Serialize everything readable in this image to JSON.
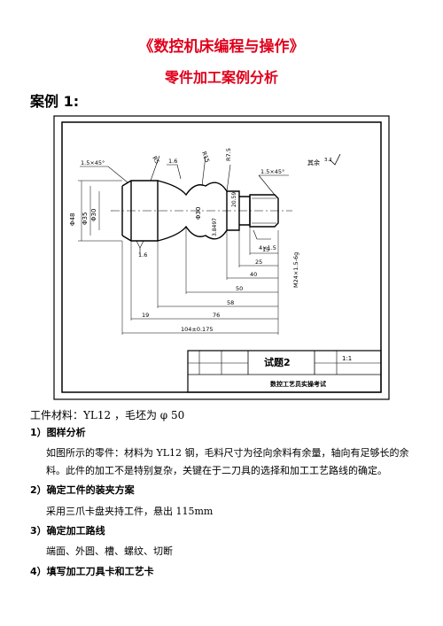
{
  "header": {
    "title": "《数控机床编程与操作》",
    "subtitle": "零件加工案例分析",
    "case_label": "案例 1:"
  },
  "drawing": {
    "title_block": {
      "name": "试题2",
      "scale": "1:1",
      "caption": "数控工艺员实操考试"
    },
    "dimensions": {
      "chamfer_left": "1.5×45°",
      "chamfer_right": "1.5×45°",
      "roughness_1": "1.6",
      "roughness_2": "1.6",
      "roughness_all": "其余",
      "roughness_all_value": "3.2",
      "r1": "R5",
      "r2": "R15",
      "r3": "R7.5",
      "dia_a": "Φ48",
      "dia_b": "Φ35",
      "dia_c": "Φ30",
      "dia_d": "Φ30",
      "dia_e": "20.59",
      "groove": "4×1.5",
      "val_3": "3.8497",
      "thread": "M24×1.5-6g",
      "l_15": "15",
      "l_25": "25",
      "l_40": "40",
      "l_50": "50",
      "l_58": "58",
      "l_76": "76",
      "l_19": "19",
      "l_total": "104±0.175"
    }
  },
  "content": {
    "material_line": "工件材料：YL12 ，毛坯为 φ 50",
    "s1_title": "1）图样分析",
    "s1_body": "如图所示的零件：材料为 YL12 钢，毛料尺寸为径向余料有余量，轴向有足够长的余料。此件的加工不是特别复杂，关键在于二刀具的选择和加工工艺路线的确定。",
    "s2_title": "2）确定工件的装夹方案",
    "s2_body": "采用三爪卡盘夹持工件，悬出 115mm",
    "s3_title": "3）确定加工路线",
    "s3_body": "端面、外圆、槽、螺纹、切断",
    "s4_title": "4）填写加工刀具卡和工艺卡"
  }
}
